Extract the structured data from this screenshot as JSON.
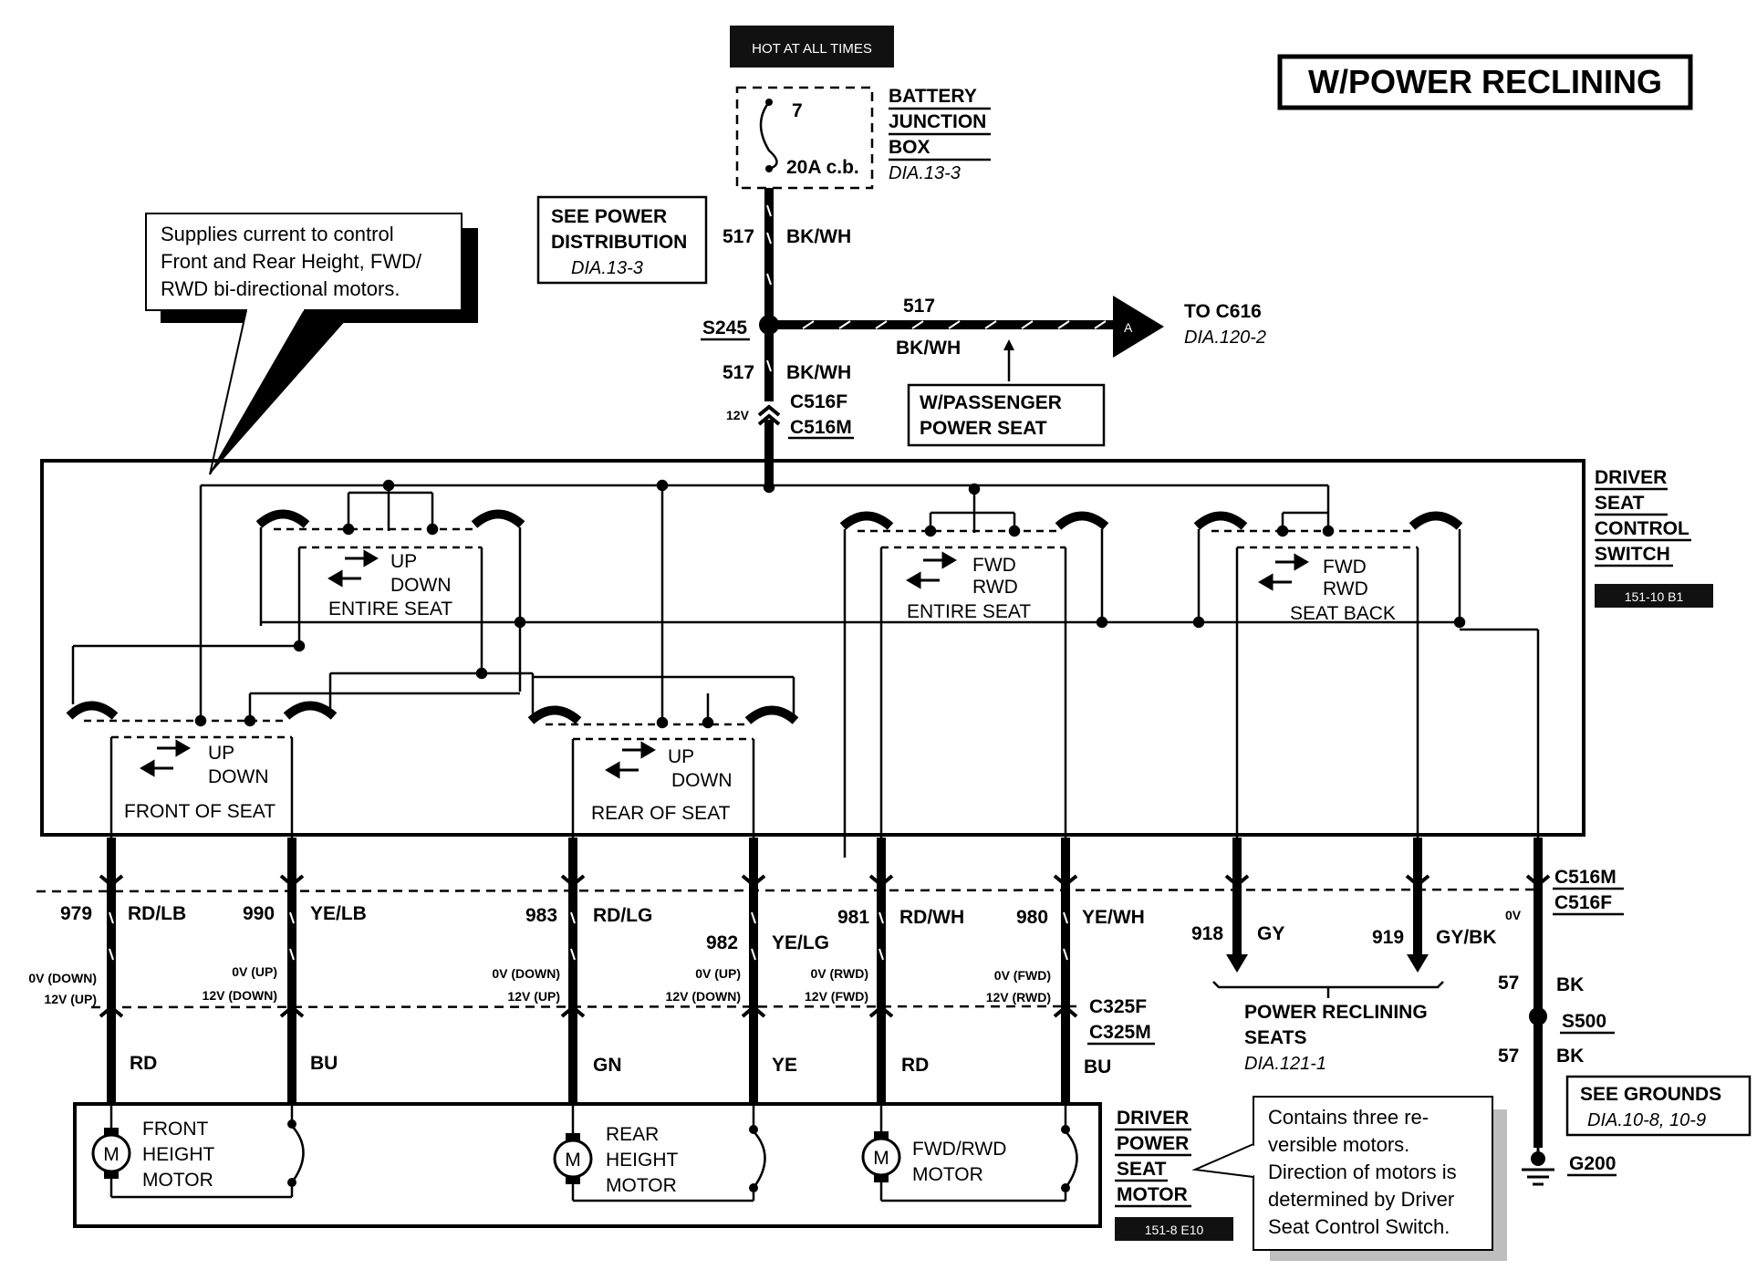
{
  "title": "W/POWER RECLINING",
  "hot_label": "HOT AT ALL TIMES",
  "battery_junction_box": {
    "fuse_no": "7",
    "rating": "20A c.b.",
    "name_lines": [
      "BATTERY",
      "JUNCTION",
      "BOX"
    ],
    "ref": "DIA.13-3"
  },
  "see_power_distribution": {
    "lines": [
      "SEE POWER",
      "DISTRIBUTION"
    ],
    "ref": "DIA.13-3"
  },
  "callout_top": {
    "lines": [
      "Supplies current to control",
      "Front and Rear Height, FWD/",
      "RWD bi-directional motors."
    ]
  },
  "feed": {
    "circuit": "517",
    "color": "BK/WH",
    "splice": "S245",
    "branch_circuit": "517",
    "branch_color": "BK/WH",
    "arrow_letter": "A",
    "to_label": "TO C616",
    "to_ref": "DIA.120-2",
    "passenger_lines": [
      "W/PASSENGER",
      "POWER SEAT"
    ],
    "lower_circuit": "517",
    "lower_color": "BK/WH",
    "conn_f": "C516F",
    "conn_m": "C516M",
    "voltage": "12V"
  },
  "driver_seat_control_switch": {
    "name_lines": [
      "DRIVER",
      "SEAT",
      "CONTROL",
      "SWITCH"
    ],
    "ref_badge": "151-10 B1"
  },
  "switches": [
    {
      "lines": [
        "UP",
        "DOWN",
        "ENTIRE SEAT"
      ]
    },
    {
      "lines": [
        "FWD",
        "RWD",
        "ENTIRE SEAT"
      ]
    },
    {
      "lines": [
        "FWD",
        "RWD",
        "SEAT BACK"
      ]
    },
    {
      "lines": [
        "UP",
        "DOWN",
        "FRONT OF SEAT"
      ]
    },
    {
      "lines": [
        "UP",
        "DOWN",
        "REAR OF SEAT"
      ]
    }
  ],
  "wires": [
    {
      "circuit": "979",
      "color": "RD/LB",
      "v1": "0V (DOWN)",
      "v2": "12V (UP)",
      "motor_color": "RD"
    },
    {
      "circuit": "990",
      "color": "YE/LB",
      "v1": "0V (UP)",
      "v2": "12V (DOWN)",
      "motor_color": "BU"
    },
    {
      "circuit": "983",
      "color": "RD/LG",
      "v1": "0V (DOWN)",
      "v2": "12V (UP)",
      "motor_color": "GN"
    },
    {
      "circuit": "982",
      "color": "YE/LG",
      "v1": "0V (UP)",
      "v2": "12V (DOWN)",
      "motor_color": "YE"
    },
    {
      "circuit": "981",
      "color": "RD/WH",
      "v1": "0V (RWD)",
      "v2": "12V (FWD)",
      "motor_color": "RD"
    },
    {
      "circuit": "980",
      "color": "YE/WH",
      "v1": "0V (FWD)",
      "v2": "12V (RWD)",
      "motor_color": "BU"
    }
  ],
  "recline": {
    "w1_circuit": "918",
    "w1_color": "GY",
    "w2_circuit": "919",
    "w2_color": "GY/BK",
    "lines": [
      "POWER RECLINING",
      "SEATS"
    ],
    "ref": "DIA.121-1"
  },
  "ground": {
    "conn_m": "C516M",
    "conn_f": "C516F",
    "voltage": "0V",
    "circuit_upper": "57",
    "color_upper": "BK",
    "splice": "S500",
    "circuit_lower": "57",
    "color_lower": "BK",
    "see_lines": [
      "SEE GROUNDS"
    ],
    "see_ref": "DIA.10-8, 10-9",
    "ground": "G200"
  },
  "c325": {
    "f": "C325F",
    "m": "C325M"
  },
  "motors": [
    {
      "symbol": "M",
      "lines": [
        "FRONT",
        "HEIGHT",
        "MOTOR"
      ]
    },
    {
      "symbol": "M",
      "lines": [
        "REAR",
        "HEIGHT",
        "MOTOR"
      ]
    },
    {
      "symbol": "M",
      "lines": [
        "FWD/RWD",
        "MOTOR"
      ]
    }
  ],
  "driver_power_seat_motor": {
    "name_lines": [
      "DRIVER",
      "POWER",
      "SEAT",
      "MOTOR"
    ],
    "ref_badge": "151-8 E10"
  },
  "callout_bottom": {
    "lines": [
      "Contains three re-",
      "versible motors.",
      "Direction of motors is",
      "determined by Driver",
      "Seat Control Switch."
    ]
  }
}
